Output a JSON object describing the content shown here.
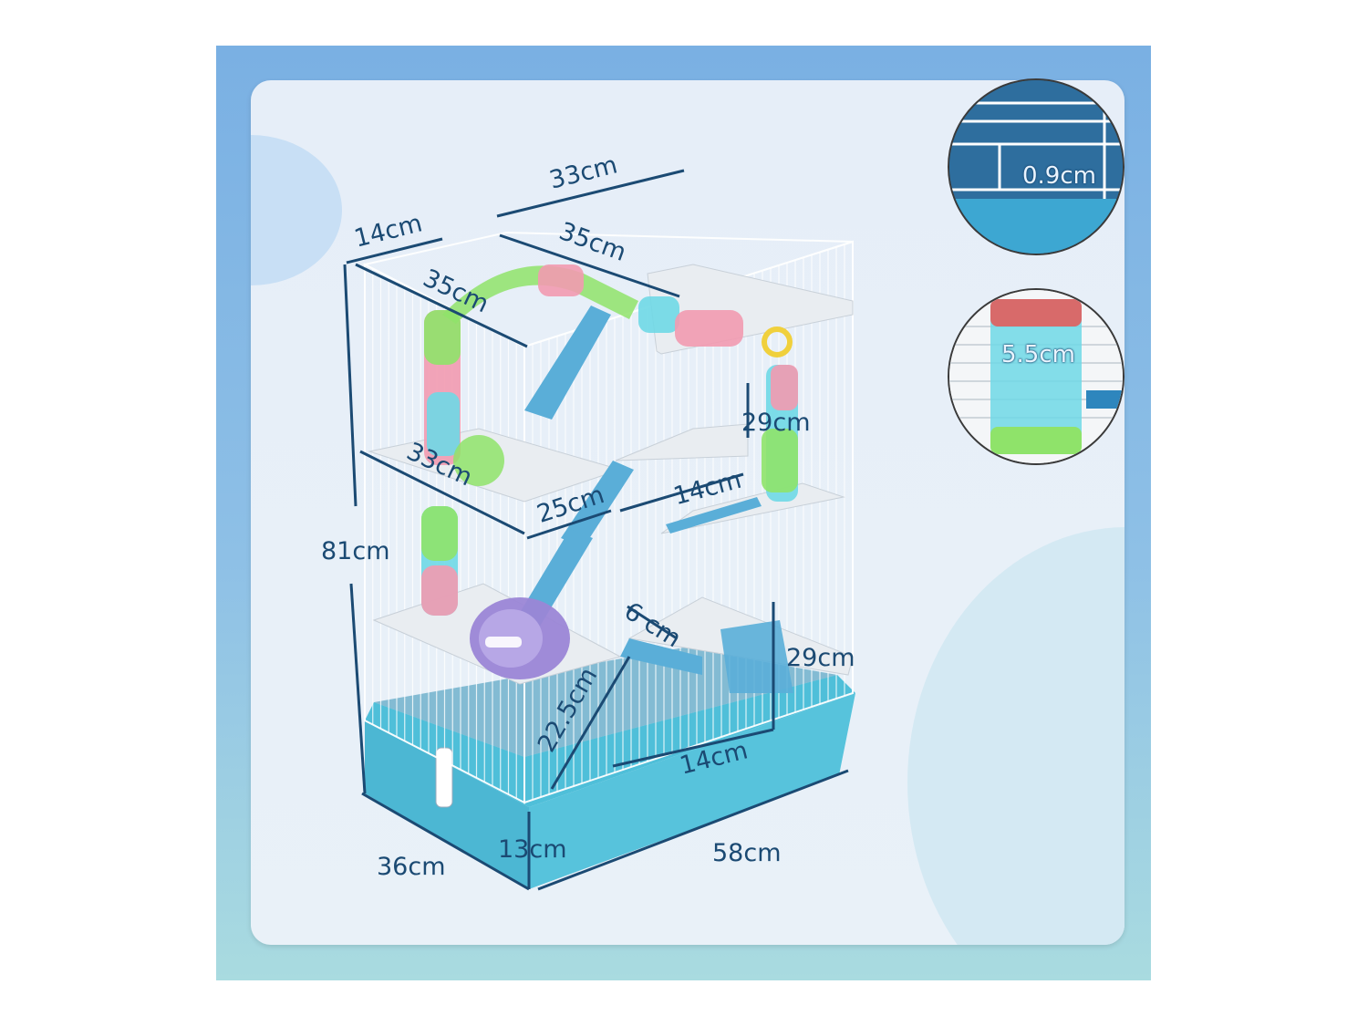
{
  "dimensions": {
    "top_width_33": "33cm",
    "top_depth_35": "35cm",
    "left_upper_14": "14cm",
    "left_upper_35": "35cm",
    "height_81": "81cm",
    "mid_33": "33cm",
    "mid_25": "25cm",
    "mid_14": "14cm",
    "right_29_upper": "29cm",
    "ramp_6": "6 cm",
    "ramp_22_5": "22.5cm",
    "right_29_lower": "29cm",
    "lower_14": "14cm",
    "base_height_13": "13cm",
    "base_depth_36": "36cm",
    "base_width_58": "58cm"
  },
  "callouts": {
    "bar_spacing": "0.9cm",
    "tube_diameter": "5.5cm"
  },
  "colors": {
    "frame": "#7ab0e3",
    "panel": "#e6eef8",
    "label_text": "#1b4a73",
    "base_tray": "#4fbfd9",
    "ramp": "#5aaed8",
    "tube_green": "#8fe36a",
    "tube_pink": "#f29ab0",
    "tube_cyan": "#6fd8e6",
    "wheel": "#9b86d6"
  }
}
